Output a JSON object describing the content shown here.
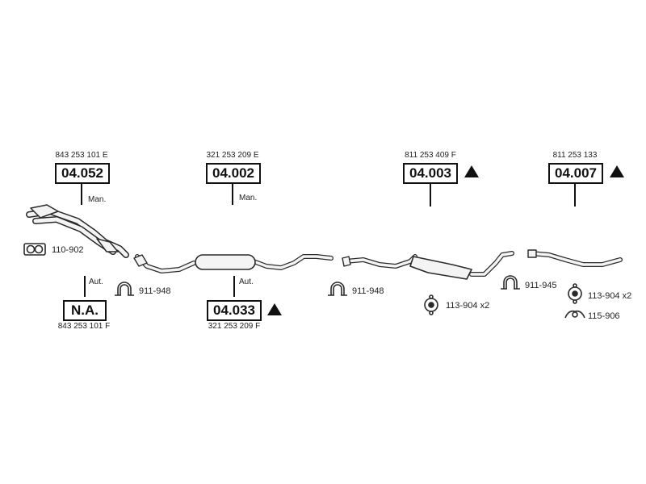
{
  "parts": {
    "p1": {
      "oe": "843 253 101 E",
      "code": "04.052",
      "trans": "Man."
    },
    "p2": {
      "code": "N.A.",
      "oe": "843 253 101 F",
      "trans": "Aut."
    },
    "p3": {
      "oe": "321 253 209 E",
      "code": "04.002",
      "trans": "Man."
    },
    "p4": {
      "code": "04.033",
      "oe": "321 253 209 F",
      "trans": "Aut."
    },
    "p5": {
      "oe": "811 253 409 F",
      "code": "04.003"
    },
    "p6": {
      "oe": "811 253 133",
      "code": "04.007"
    }
  },
  "accessories": {
    "a1": "110-902",
    "a2": "911-948",
    "a3": "911-948",
    "a4": "113-904 x2",
    "a5": "911-945",
    "a6": "113-904 x2",
    "a7": "115-906"
  },
  "colors": {
    "line": "#111111",
    "pipe_fill": "#f4f4f4",
    "pipe_stroke": "#2a2a2a"
  }
}
